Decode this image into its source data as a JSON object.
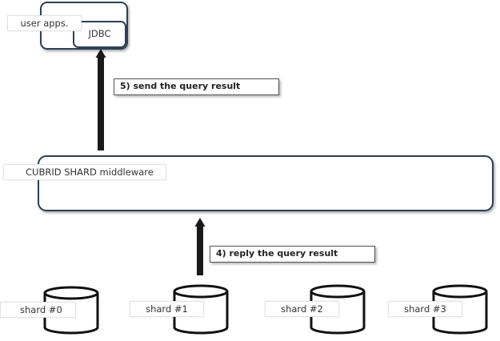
{
  "client": {
    "label": "user apps.",
    "driver_label": "JDBC"
  },
  "middleware": {
    "label": "CUBRID SHARD middleware"
  },
  "steps": [
    {
      "label": "5) send the query result"
    },
    {
      "label": "4) reply the query result"
    }
  ],
  "shards": [
    {
      "label": "shard #0"
    },
    {
      "label": "shard #1"
    },
    {
      "label": "shard #2"
    },
    {
      "label": "shard #3"
    }
  ],
  "colors": {
    "box_border": "#2f3f55",
    "arrow": "#1a1a1a",
    "cylinder": "#111111"
  }
}
